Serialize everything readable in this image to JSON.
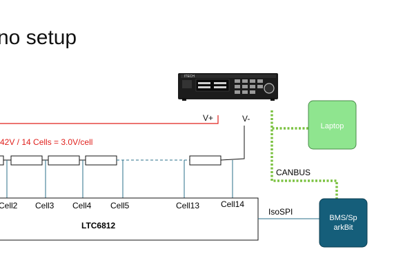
{
  "slide": {
    "title": "no setup"
  },
  "power_supply": {
    "brand": "ITECH",
    "positive_terminal": "V+",
    "negative_terminal": "V-"
  },
  "pack_note": "42V / 14 Cells = 3.0V/cell",
  "cells": [
    "Cell2",
    "Cell3",
    "Cell4",
    "Cell5",
    "Cell13",
    "Cell14"
  ],
  "monitor": {
    "label": "LTC6812"
  },
  "links": {
    "isospi": "IsoSPI",
    "canbus": "CANBUS"
  },
  "laptop": {
    "label": "Laptop"
  },
  "bms": {
    "line1": "BMS/Sp",
    "line2": "arkBit"
  },
  "colors": {
    "supply_wire": "#e0201c",
    "pack_note_text": "#e0201c",
    "can_link": "#7cc242",
    "cell_tap": "#2a6f8a",
    "laptop_fill": "#8fe58f",
    "laptop_border": "#4a8a4a",
    "bms_fill": "#155e7a",
    "bms_border": "#0e3f52",
    "bms_text": "#ffffff"
  }
}
